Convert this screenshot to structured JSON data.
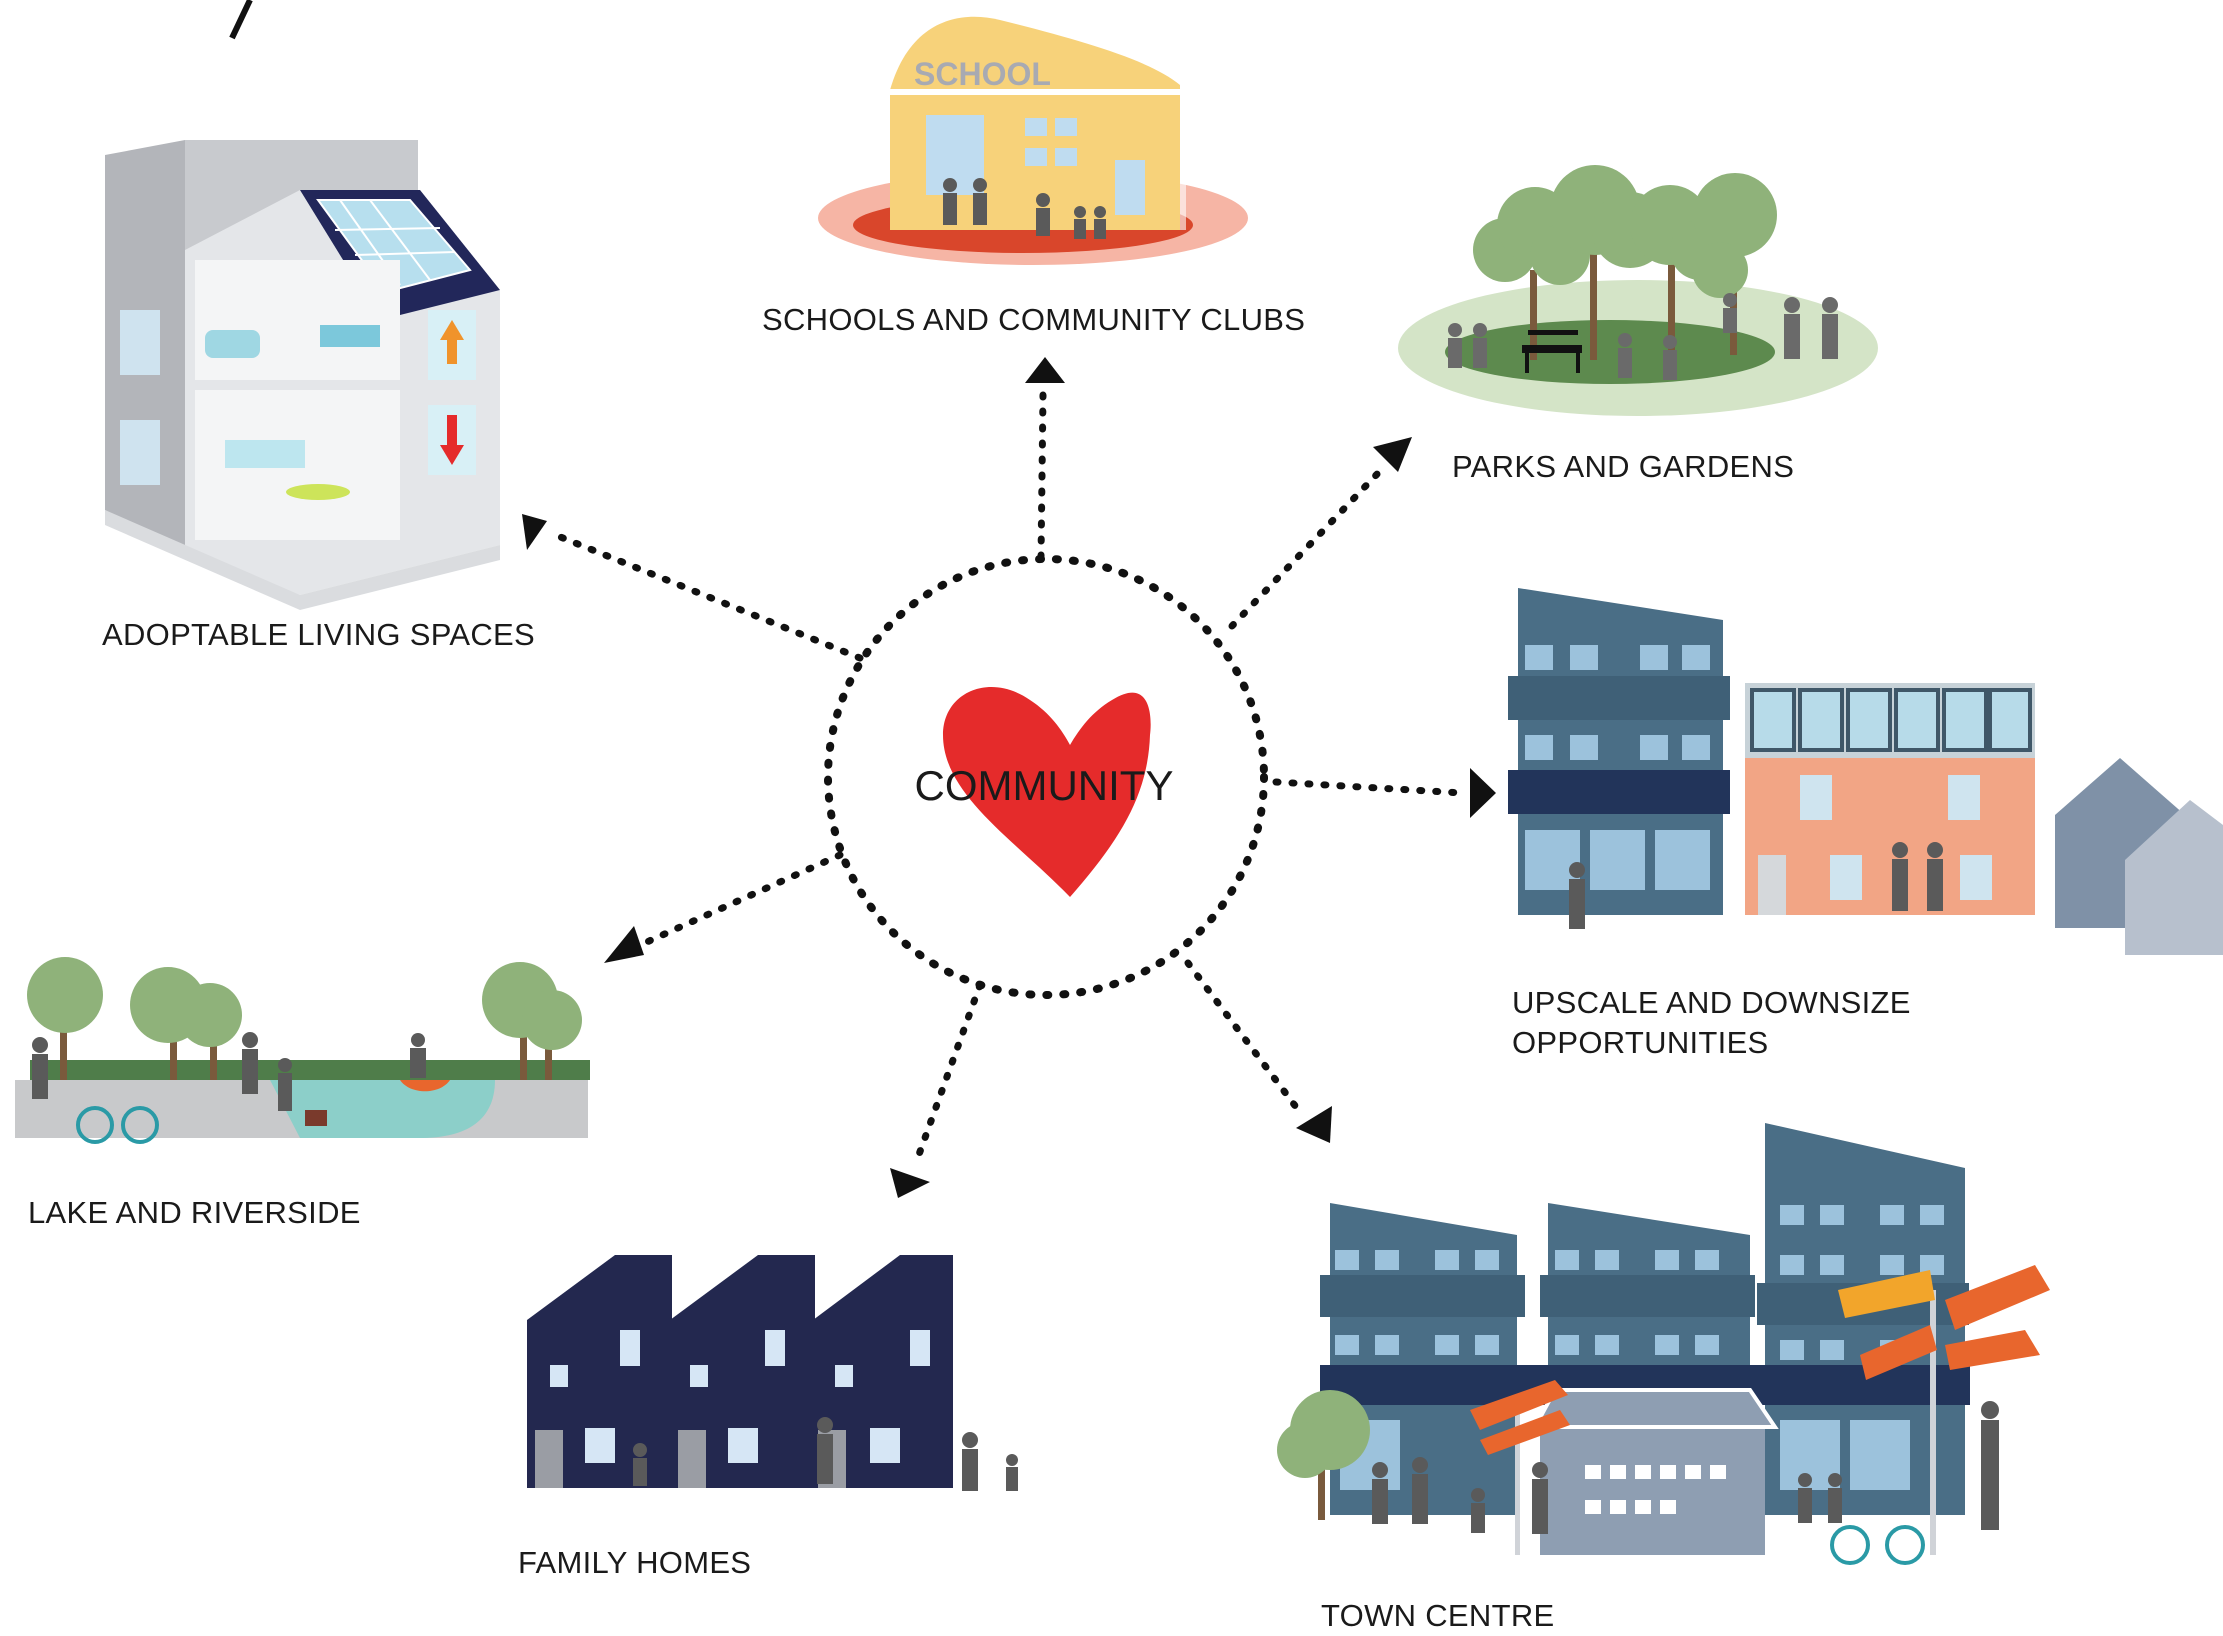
{
  "center": {
    "label": "COMMUNITY"
  },
  "destinations": {
    "adoptable": "ADOPTABLE LIVING SPACES",
    "schools": "SCHOOLS AND COMMUNITY CLUBS",
    "parks": "PARKS AND GARDENS",
    "upscale_line1": "UPSCALE AND DOWNSIZE",
    "upscale_line2": "OPPORTUNITIES",
    "lake": "LAKE AND RIVERSIDE",
    "family": "FAMILY HOMES",
    "town": "TOWN CENTRE"
  },
  "illustration_text": {
    "school_sign": "SCHOOL"
  },
  "colors": {
    "heart": "#e52b2b",
    "arrow": "#111111",
    "navy": "#23284f",
    "slate_blue": "#4a6e86",
    "salmon": "#f2a585",
    "school_yellow": "#f7d27a",
    "tree_green": "#8fb27a",
    "water": "#8ccfc9",
    "signpost_orange": "#e8662d"
  }
}
